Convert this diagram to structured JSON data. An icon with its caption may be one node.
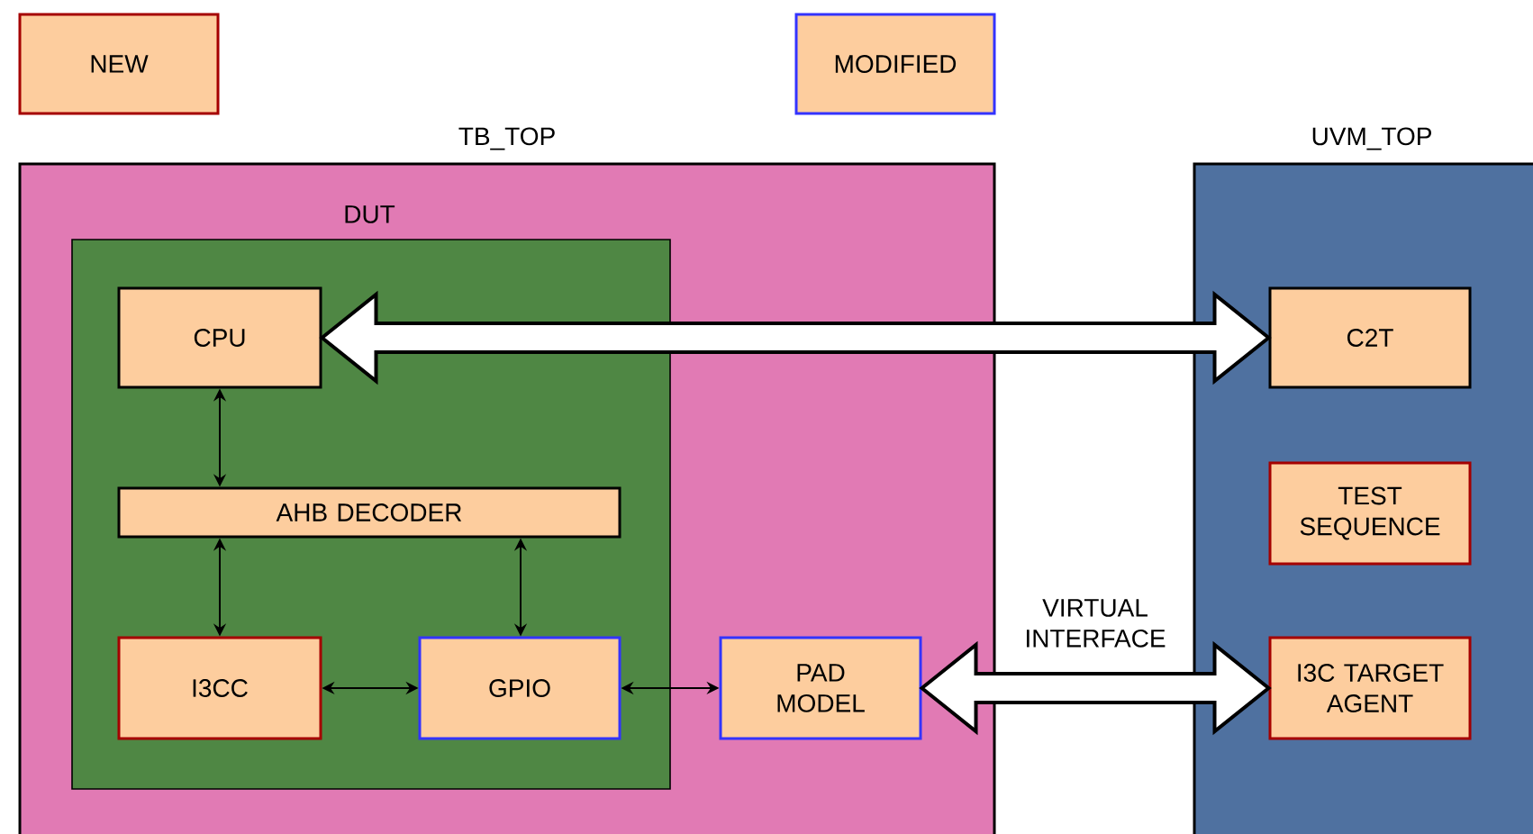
{
  "diagram": {
    "nodes": [
      {
        "text": [
          "NEW"
        ]
      },
      {
        "text": [
          "MODIFIED"
        ]
      },
      {
        "text": [
          "TB_TOP"
        ]
      },
      {
        "text": [
          "DUT"
        ],
        "in": 2
      },
      {
        "text": [
          "CPU"
        ],
        "in": 3
      },
      {
        "text": [
          "AHB DECODER"
        ],
        "in": 3
      },
      {
        "text": [
          "I3CC"
        ],
        "in": 3
      },
      {
        "text": [
          "GPIO"
        ],
        "in": 3
      },
      {
        "text": [
          "PAD MODEL"
        ],
        "in": 2
      },
      {
        "text": [
          "UVM_TOP"
        ]
      },
      {
        "text": [
          "C2T"
        ],
        "in": 9
      },
      {
        "text": [
          "TEST SEQUENCE"
        ],
        "in": 9
      },
      {
        "text": [
          "I3C TARGET AGENT"
        ],
        "in": 9
      }
    ],
    "edges": [
      {
        "from": 4,
        "to": 10,
        "arrow": "both",
        "style": "thick"
      },
      {
        "from": 4,
        "to": 5,
        "arrow": "both"
      },
      {
        "from": 5,
        "to": 6,
        "arrow": "both"
      },
      {
        "from": 5,
        "to": 7,
        "arrow": "both"
      },
      {
        "from": 6,
        "to": 7,
        "arrow": "both"
      },
      {
        "from": 7,
        "to": 8,
        "arrow": "both"
      },
      {
        "from": 8,
        "to": 12,
        "arrow": "both",
        "style": "thick",
        "label": "VIRTUAL INTERFACE"
      }
    ]
  }
}
